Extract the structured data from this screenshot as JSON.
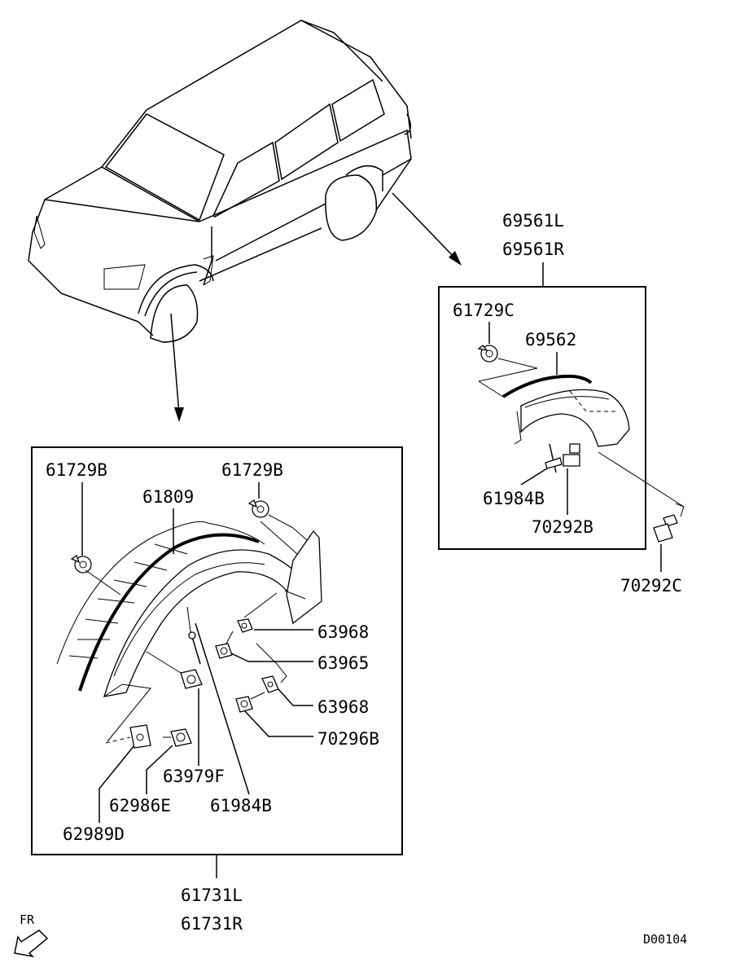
{
  "labels": {
    "front_assembly": [
      "61731L",
      "61731R"
    ],
    "rear_assembly": [
      "69561L",
      "69561R"
    ],
    "rear_parts": {
      "clip": "61729C",
      "moulding": "69562",
      "tie": "61984B",
      "screw": "70292B",
      "screw_outer": "70292C"
    },
    "front_parts": {
      "clip_left": "61729B",
      "clip_right": "61729B",
      "moulding": "61809",
      "retainer_upper": "63968",
      "grommet": "63965",
      "retainer_lower": "63968",
      "bolt": "70296B",
      "clip": "63979F",
      "tie": "61984B",
      "screw": "62986E",
      "nut": "62989D"
    },
    "direction": "FR",
    "diagram_code": "D00104"
  },
  "icons": {
    "direction_arrow": "arrow-down-left-icon"
  }
}
